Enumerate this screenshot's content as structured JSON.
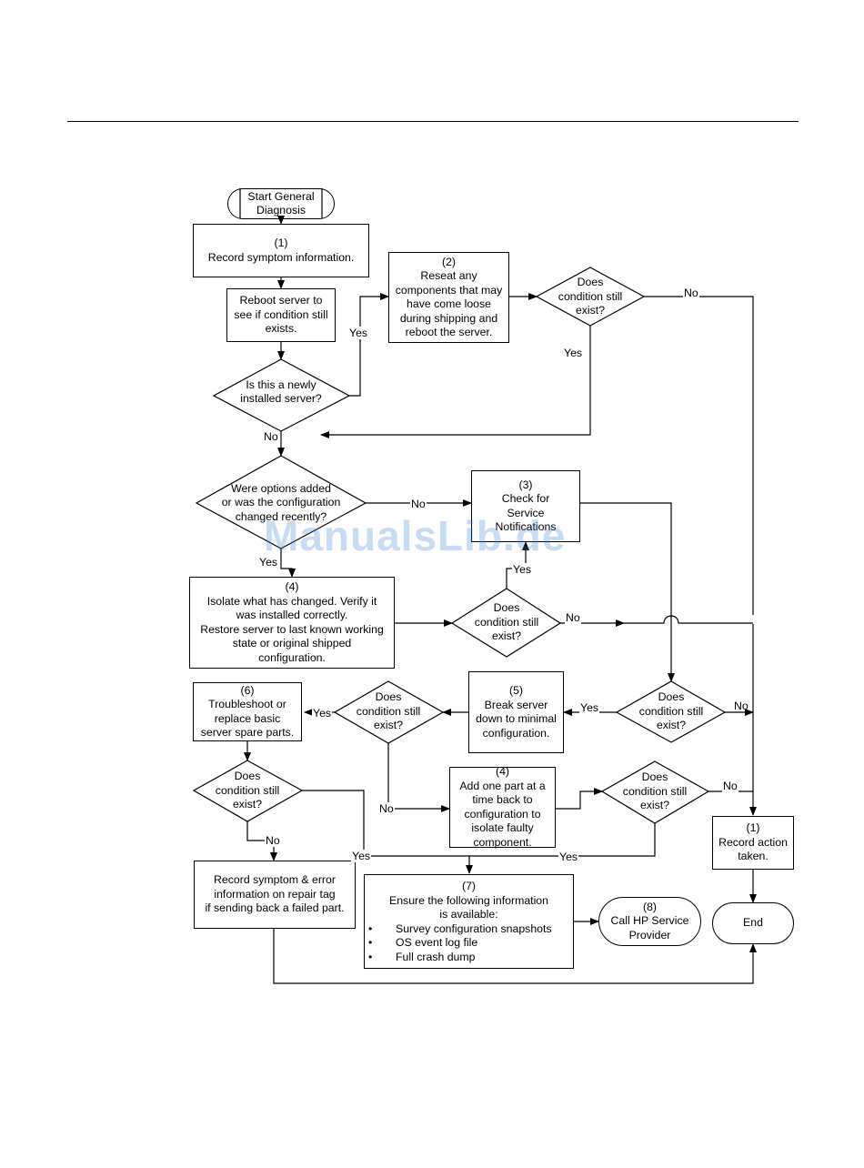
{
  "watermark": "ManualsLib.de",
  "nodes": {
    "start": [
      "Start General",
      "Diagnosis"
    ],
    "record_symptom": [
      "(1)",
      "Record symptom information."
    ],
    "reboot": [
      "Reboot server to",
      "see if condition still",
      "exists."
    ],
    "newly_installed": [
      "Is this a newly",
      "installed server?"
    ],
    "reseat": [
      "(2)",
      "Reseat any",
      "components that may",
      "have come loose",
      "during shipping and",
      "reboot the server."
    ],
    "does1": [
      "Does",
      "condition still",
      "exist?"
    ],
    "options_added": [
      "Were options added",
      "or was the configuration",
      "changed recently?"
    ],
    "check_service": [
      "(3)",
      "Check for",
      "Service",
      "Notifications"
    ],
    "isolate": [
      "(4)",
      "Isolate what has changed. Verify it",
      "was installed correctly.",
      "Restore server to last known working",
      "state or original shipped",
      "configuration."
    ],
    "does2": [
      "Does",
      "condition still",
      "exist?"
    ],
    "troubleshoot": [
      "(6)",
      "Troubleshoot or",
      "replace basic",
      "server spare parts."
    ],
    "does3": [
      "Does",
      "condition still",
      "exist?"
    ],
    "break_server": [
      "(5)",
      "Break server",
      "down to minimal",
      "configuration."
    ],
    "does4": [
      "Does",
      "condition still",
      "exist?"
    ],
    "does5": [
      "Does",
      "condition still",
      "exist?"
    ],
    "add_part": [
      "(4)",
      "Add one part at a",
      "time back to",
      "configuration to",
      "isolate faulty",
      "component."
    ],
    "does6": [
      "Does",
      "condition still",
      "exist?"
    ],
    "record_action": [
      "(1)",
      "Record action",
      "taken."
    ],
    "record_error": [
      "Record symptom & error",
      "information on repair tag",
      "if sending back a failed part."
    ],
    "ensure_title": [
      "(7)",
      "Ensure the following information",
      "is available:"
    ],
    "ensure_bullets": [
      "Survey configuration snapshots",
      "OS event log file",
      "Full crash dump"
    ],
    "bullet_char": "•",
    "call_hp": [
      "(8)",
      "Call HP Service",
      "Provider"
    ],
    "end": [
      "End"
    ]
  },
  "edge_labels": {
    "yes": "Yes",
    "no": "No"
  }
}
